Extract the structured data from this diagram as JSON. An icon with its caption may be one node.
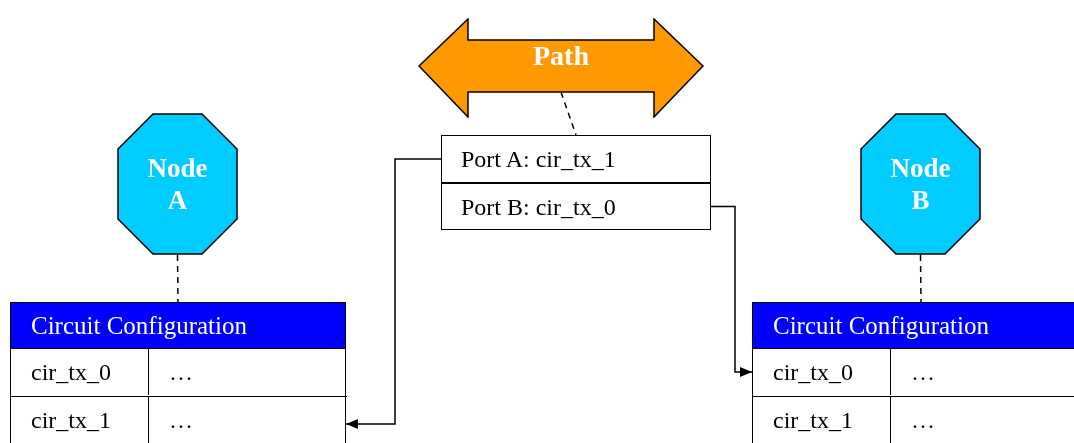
{
  "diagram": {
    "nodes": [
      {
        "text": [
          "Path"
        ]
      },
      {
        "text": [
          "Node A"
        ]
      },
      {
        "text": [
          "Node B"
        ]
      },
      {
        "text": [
          "Port A: cir_tx_1"
        ]
      },
      {
        "text": [
          "Port B: cir_tx_0"
        ]
      },
      {
        "text": [
          "Circuit Configuration"
        ]
      },
      {
        "text": [
          "cir_tx_0",
          "…"
        ],
        "in": 5
      },
      {
        "text": [
          "cir_tx_1",
          "…"
        ],
        "in": 5
      },
      {
        "text": [
          "Circuit Configuration"
        ]
      },
      {
        "text": [
          "cir_tx_0",
          "…"
        ],
        "in": 8
      },
      {
        "text": [
          "cir_tx_1",
          "…"
        ],
        "in": 8
      }
    ],
    "edges": [
      {
        "from": 0,
        "to": 3,
        "arrow": "none",
        "style": "dashed"
      },
      {
        "from": 1,
        "to": 5,
        "arrow": "none",
        "style": "dashed"
      },
      {
        "from": 2,
        "to": 8,
        "arrow": "none",
        "style": "dashed"
      },
      {
        "from": 3,
        "to": 7,
        "arrow": "to"
      },
      {
        "from": 4,
        "to": 9,
        "arrow": "to"
      }
    ]
  }
}
